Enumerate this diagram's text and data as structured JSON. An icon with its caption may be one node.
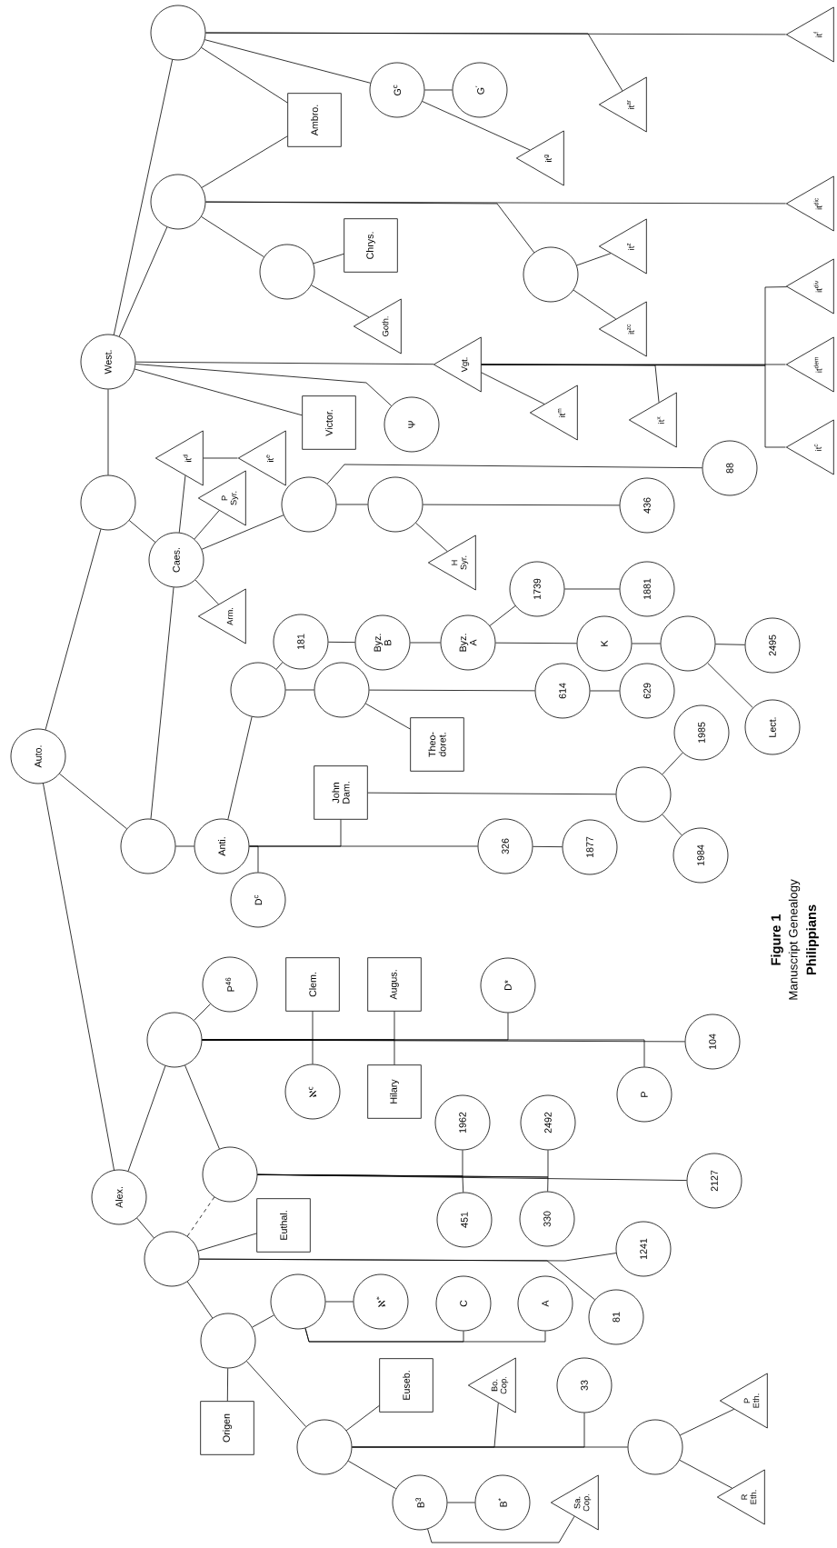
{
  "diagram": {
    "nodes": [
      {
        "text": [
          "Auto."
        ]
      },
      {
        "text": [],
        "shape": "circle"
      },
      {
        "text": [
          "West."
        ]
      },
      {
        "text": [],
        "shape": "circle"
      },
      {
        "text": [],
        "shape": "circle"
      },
      {
        "text": [
          "Ambro."
        ]
      },
      {
        "text": [
          "G$^{c}$"
        ]
      },
      {
        "text": [
          "G$^{'}$"
        ]
      },
      {
        "text": [
          "it$^{g}$"
        ]
      },
      {
        "text": [
          "it$^{ar}$"
        ]
      },
      {
        "text": [
          "it$^{f}$"
        ]
      },
      {
        "text": [],
        "shape": "circle"
      },
      {
        "text": [
          "Chrys."
        ]
      },
      {
        "text": [
          "Goth."
        ]
      },
      {
        "text": [],
        "shape": "circle"
      },
      {
        "text": [
          "it$^{z}$"
        ]
      },
      {
        "text": [
          "it$^{zc}$"
        ]
      },
      {
        "text": [
          "it$^{dic}$"
        ]
      },
      {
        "text": [
          "Victor."
        ]
      },
      {
        "text": [
          "Ψ"
        ]
      },
      {
        "text": [
          "Vgt."
        ]
      },
      {
        "text": [
          "it$^{m}$"
        ]
      },
      {
        "text": [
          "it$^{x}$"
        ]
      },
      {
        "text": [
          "it$^{c}$"
        ]
      },
      {
        "text": [
          "it$^{dem}$"
        ]
      },
      {
        "text": [
          "it$^{div}$"
        ]
      },
      {
        "text": [
          "Caes."
        ]
      },
      {
        "text": [
          "it$^{d}$"
        ]
      },
      {
        "text": [
          "it$^{e}$"
        ]
      },
      {
        "text": [
          "P Syr."
        ]
      },
      {
        "text": [
          "Arm."
        ]
      },
      {
        "text": [],
        "shape": "circle"
      },
      {
        "text": [
          "88"
        ]
      },
      {
        "text": [],
        "shape": "circle"
      },
      {
        "text": [
          "436"
        ]
      },
      {
        "text": [
          "H Syr."
        ]
      },
      {
        "text": [],
        "shape": "circle"
      },
      {
        "text": [
          "Anti."
        ]
      },
      {
        "text": [
          "D$^{c}$"
        ]
      },
      {
        "text": [
          "John Dam."
        ]
      },
      {
        "text": [],
        "shape": "circle"
      },
      {
        "text": [
          "1985"
        ]
      },
      {
        "text": [
          "1984"
        ]
      },
      {
        "text": [
          "326"
        ]
      },
      {
        "text": [
          "1877"
        ]
      },
      {
        "text": [],
        "shape": "circle"
      },
      {
        "text": [
          "181"
        ]
      },
      {
        "text": [
          "Byz. B"
        ]
      },
      {
        "text": [
          "Byz. A"
        ]
      },
      {
        "text": [
          "1739"
        ]
      },
      {
        "text": [
          "1881"
        ]
      },
      {
        "text": [
          "K"
        ]
      },
      {
        "text": [],
        "shape": "circle"
      },
      {
        "text": [
          "2495"
        ]
      },
      {
        "text": [
          "Lect."
        ]
      },
      {
        "text": [],
        "shape": "circle"
      },
      {
        "text": [
          "614"
        ]
      },
      {
        "text": [
          "629"
        ]
      },
      {
        "text": [
          "Theo-doret."
        ]
      },
      {
        "text": [
          "Alex."
        ]
      },
      {
        "text": [],
        "shape": "circle"
      },
      {
        "text": [
          "P$^{46}$"
        ]
      },
      {
        "text": [
          "Clem."
        ]
      },
      {
        "text": [
          "ℵ$^{c}$"
        ]
      },
      {
        "text": [
          "Augus."
        ]
      },
      {
        "text": [
          "Hilary"
        ]
      },
      {
        "text": [
          "D*"
        ]
      },
      {
        "text": [
          "P"
        ]
      },
      {
        "text": [
          "104"
        ]
      },
      {
        "text": [],
        "shape": "circle"
      },
      {
        "text": [
          "1962"
        ]
      },
      {
        "text": [
          "451"
        ]
      },
      {
        "text": [
          "2492"
        ]
      },
      {
        "text": [
          "330"
        ]
      },
      {
        "text": [
          "2127"
        ]
      },
      {
        "text": [],
        "shape": "circle"
      },
      {
        "text": [
          "Euthal."
        ]
      },
      {
        "text": [
          "1241"
        ]
      },
      {
        "text": [
          "81"
        ]
      },
      {
        "text": [],
        "shape": "circle"
      },
      {
        "text": [
          "Origen"
        ]
      },
      {
        "text": [],
        "shape": "circle"
      },
      {
        "text": [
          "ℵ$^{*}$"
        ]
      },
      {
        "text": [
          "C"
        ]
      },
      {
        "text": [
          "A"
        ]
      },
      {
        "text": [],
        "shape": "circle"
      },
      {
        "text": [
          "Euseb."
        ]
      },
      {
        "text": [
          "Bo. Cop."
        ]
      },
      {
        "text": [
          "33"
        ]
      },
      {
        "text": [],
        "shape": "circle"
      },
      {
        "text": [
          "P Eth."
        ]
      },
      {
        "text": [
          "R Eth."
        ]
      },
      {
        "text": [
          "B$^{3}$"
        ]
      },
      {
        "text": [
          "B$^{*}$"
        ]
      },
      {
        "text": [
          "Sa. Cop."
        ]
      }
    ],
    "edges": [
      {
        "from": 0,
        "to": 59,
        "arrow": "none"
      },
      {
        "from": 0,
        "to": 1,
        "arrow": "none"
      },
      {
        "from": 0,
        "to": 36,
        "arrow": "none"
      },
      {
        "from": 1,
        "to": 2,
        "arrow": "none"
      },
      {
        "from": 1,
        "to": 26,
        "arrow": "none"
      },
      {
        "from": 2,
        "to": 3,
        "arrow": "none"
      },
      {
        "from": 2,
        "to": 4,
        "arrow": "none"
      },
      {
        "from": 2,
        "to": 18,
        "arrow": "none"
      },
      {
        "from": 2,
        "to": 19,
        "arrow": "none"
      },
      {
        "from": 2,
        "to": 20,
        "arrow": "none"
      },
      {
        "from": 3,
        "to": 5,
        "arrow": "none"
      },
      {
        "from": 4,
        "to": 5,
        "arrow": "none"
      },
      {
        "from": 3,
        "to": 6,
        "arrow": "none"
      },
      {
        "from": 6,
        "to": 7,
        "arrow": "none"
      },
      {
        "from": 6,
        "to": 8,
        "arrow": "none"
      },
      {
        "from": 3,
        "to": 10,
        "arrow": "none"
      },
      {
        "from": 3,
        "to": 9,
        "arrow": "none"
      },
      {
        "from": 4,
        "to": 11,
        "arrow": "none"
      },
      {
        "from": 11,
        "to": 12,
        "arrow": "none"
      },
      {
        "from": 11,
        "to": 13,
        "arrow": "none"
      },
      {
        "from": 4,
        "to": 17,
        "arrow": "none"
      },
      {
        "from": 4,
        "to": 14,
        "arrow": "none"
      },
      {
        "from": 14,
        "to": 15,
        "arrow": "none"
      },
      {
        "from": 14,
        "to": 16,
        "arrow": "none"
      },
      {
        "from": 20,
        "to": 21,
        "arrow": "none"
      },
      {
        "from": 20,
        "to": 22,
        "arrow": "none"
      },
      {
        "from": 20,
        "to": 24,
        "arrow": "none"
      },
      {
        "from": 20,
        "to": 25,
        "arrow": "none"
      },
      {
        "from": 20,
        "to": 23,
        "arrow": "none"
      },
      {
        "from": 26,
        "to": 27,
        "arrow": "none"
      },
      {
        "from": 27,
        "to": 28,
        "arrow": "none"
      },
      {
        "from": 26,
        "to": 29,
        "arrow": "none"
      },
      {
        "from": 26,
        "to": 30,
        "arrow": "none"
      },
      {
        "from": 26,
        "to": 31,
        "arrow": "none"
      },
      {
        "from": 31,
        "to": 33,
        "arrow": "none"
      },
      {
        "from": 31,
        "to": 32,
        "arrow": "none"
      },
      {
        "from": 33,
        "to": 34,
        "arrow": "none"
      },
      {
        "from": 33,
        "to": 35,
        "arrow": "none"
      },
      {
        "from": 26,
        "to": 36,
        "arrow": "none"
      },
      {
        "from": 36,
        "to": 37,
        "arrow": "none"
      },
      {
        "from": 37,
        "to": 38,
        "arrow": "none"
      },
      {
        "from": 37,
        "to": 43,
        "arrow": "none"
      },
      {
        "from": 37,
        "to": 39,
        "arrow": "none"
      },
      {
        "from": 39,
        "to": 40,
        "arrow": "none"
      },
      {
        "from": 40,
        "to": 41,
        "arrow": "none"
      },
      {
        "from": 40,
        "to": 42,
        "arrow": "none"
      },
      {
        "from": 43,
        "to": 44,
        "arrow": "none"
      },
      {
        "from": 37,
        "to": 45,
        "arrow": "none"
      },
      {
        "from": 45,
        "to": 46,
        "arrow": "none"
      },
      {
        "from": 45,
        "to": 55,
        "arrow": "none"
      },
      {
        "from": 46,
        "to": 47,
        "arrow": "none"
      },
      {
        "from": 47,
        "to": 48,
        "arrow": "none"
      },
      {
        "from": 48,
        "to": 49,
        "arrow": "none"
      },
      {
        "from": 49,
        "to": 50,
        "arrow": "none"
      },
      {
        "from": 48,
        "to": 51,
        "arrow": "none"
      },
      {
        "from": 51,
        "to": 52,
        "arrow": "none"
      },
      {
        "from": 52,
        "to": 53,
        "arrow": "none"
      },
      {
        "from": 52,
        "to": 54,
        "arrow": "none"
      },
      {
        "from": 55,
        "to": 56,
        "arrow": "none"
      },
      {
        "from": 56,
        "to": 57,
        "arrow": "none"
      },
      {
        "from": 55,
        "to": 58,
        "arrow": "none"
      },
      {
        "from": 59,
        "to": 60,
        "arrow": "none"
      },
      {
        "from": 59,
        "to": 75,
        "arrow": "none"
      },
      {
        "from": 60,
        "to": 61,
        "arrow": "none"
      },
      {
        "from": 60,
        "to": 69,
        "arrow": "none"
      },
      {
        "from": 60,
        "to": 68,
        "arrow": "none"
      },
      {
        "from": 60,
        "to": 62,
        "arrow": "none"
      },
      {
        "from": 60,
        "to": 63,
        "arrow": "none"
      },
      {
        "from": 60,
        "to": 64,
        "arrow": "none"
      },
      {
        "from": 60,
        "to": 65,
        "arrow": "none"
      },
      {
        "from": 60,
        "to": 66,
        "arrow": "none"
      },
      {
        "from": 60,
        "to": 67,
        "arrow": "none"
      },
      {
        "from": 69,
        "to": 75,
        "arrow": "none",
        "style": "dashed"
      },
      {
        "from": 69,
        "to": 74,
        "arrow": "none"
      },
      {
        "from": 69,
        "to": 70,
        "arrow": "none"
      },
      {
        "from": 69,
        "to": 71,
        "arrow": "none"
      },
      {
        "from": 69,
        "to": 72,
        "arrow": "none"
      },
      {
        "from": 69,
        "to": 73,
        "arrow": "none"
      },
      {
        "from": 75,
        "to": 76,
        "arrow": "none"
      },
      {
        "from": 75,
        "to": 77,
        "arrow": "none"
      },
      {
        "from": 75,
        "to": 78,
        "arrow": "none"
      },
      {
        "from": 75,
        "to": 79,
        "arrow": "none"
      },
      {
        "from": 79,
        "to": 80,
        "arrow": "none"
      },
      {
        "from": 79,
        "to": 81,
        "arrow": "none"
      },
      {
        "from": 79,
        "to": 85,
        "arrow": "none"
      },
      {
        "from": 81,
        "to": 82,
        "arrow": "none"
      },
      {
        "from": 81,
        "to": 83,
        "arrow": "none"
      },
      {
        "from": 81,
        "to": 84,
        "arrow": "none"
      },
      {
        "from": 85,
        "to": 86,
        "arrow": "none"
      },
      {
        "from": 85,
        "to": 87,
        "arrow": "none"
      },
      {
        "from": 85,
        "to": 88,
        "arrow": "none"
      },
      {
        "from": 85,
        "to": 89,
        "arrow": "none"
      },
      {
        "from": 89,
        "to": 90,
        "arrow": "none"
      },
      {
        "from": 89,
        "to": 91,
        "arrow": "none"
      },
      {
        "from": 85,
        "to": 92,
        "arrow": "none"
      },
      {
        "from": 92,
        "to": 93,
        "arrow": "none"
      },
      {
        "from": 92,
        "to": 94,
        "arrow": "none"
      }
    ],
    "labels": [
      "Figure 1",
      "Manuscript Genealogy",
      "Philippians"
    ]
  }
}
